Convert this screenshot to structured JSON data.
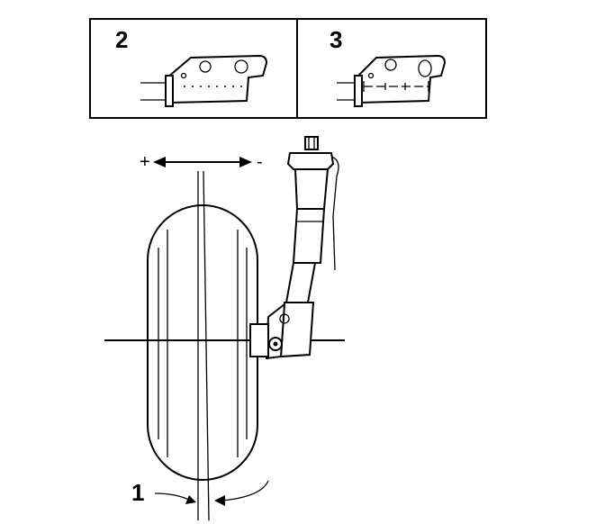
{
  "labels": {
    "panel_left": "2",
    "panel_right": "3",
    "callout": "1",
    "plus": "+",
    "minus": "-"
  },
  "colors": {
    "ink": "#000000",
    "background": "#ffffff"
  }
}
